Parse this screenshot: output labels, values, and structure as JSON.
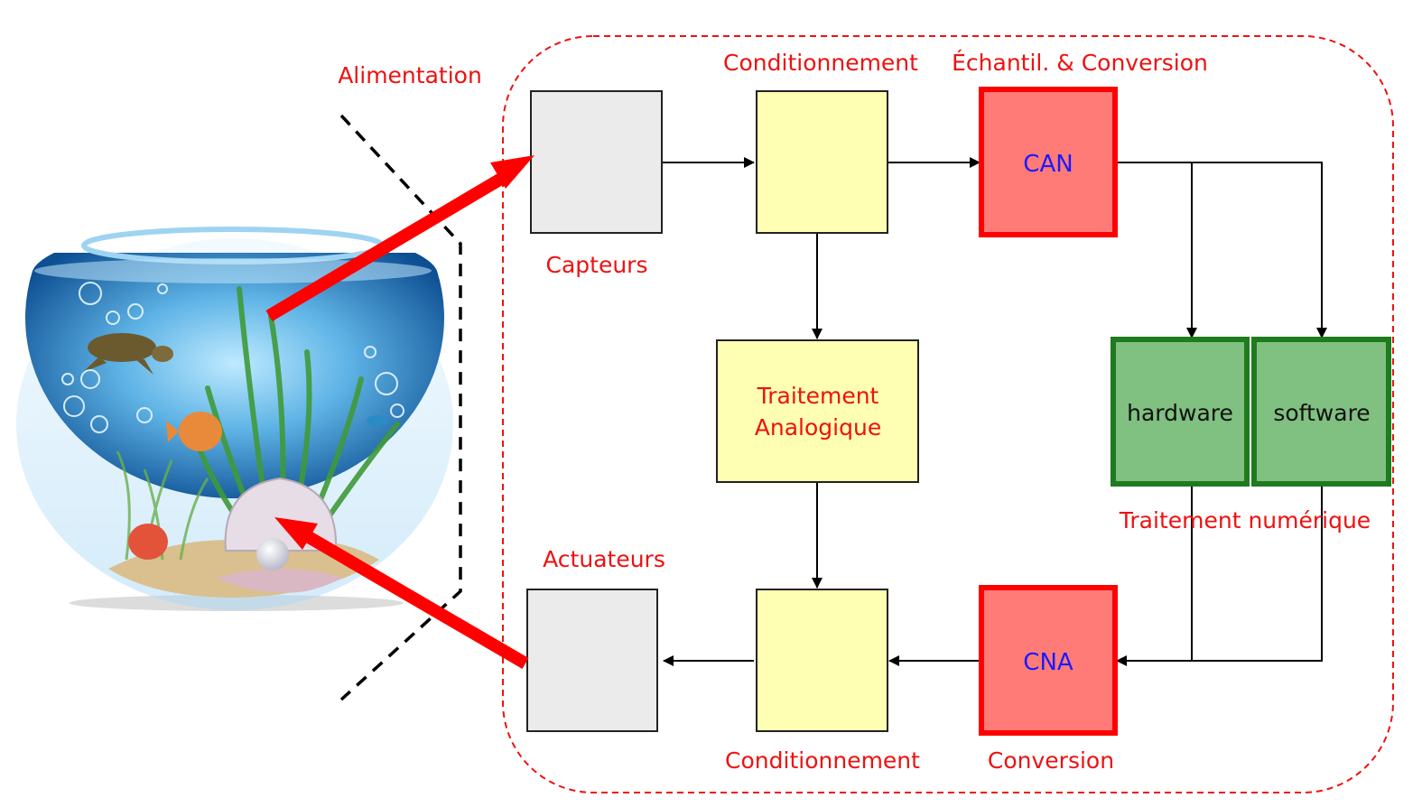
{
  "labels": {
    "alimentation": "Alimentation",
    "conditionnement_top": "Conditionnement",
    "echantil": "Échantil. & Conversion",
    "capteurs": "Capteurs",
    "can": "CAN",
    "traitement_line1": "Traitement",
    "traitement_line2": "Analogique",
    "hardware": "hardware",
    "software": "software",
    "traitement_numerique": "Traitement numérique",
    "actuateurs": "Actuateurs",
    "cna": "CNA",
    "conditionnement_bottom": "Conditionnement",
    "conversion": "Conversion"
  },
  "colors": {
    "accent_red": "#ee1111",
    "box_grey": "#ebebeb",
    "box_yellow": "#ffffb3",
    "box_red": "#ff7b78",
    "box_green": "#80c080",
    "green_border": "#1e7b1e",
    "label_blue": "#1a1aff"
  },
  "icons": {
    "aquarium": "fishbowl-illustration"
  }
}
